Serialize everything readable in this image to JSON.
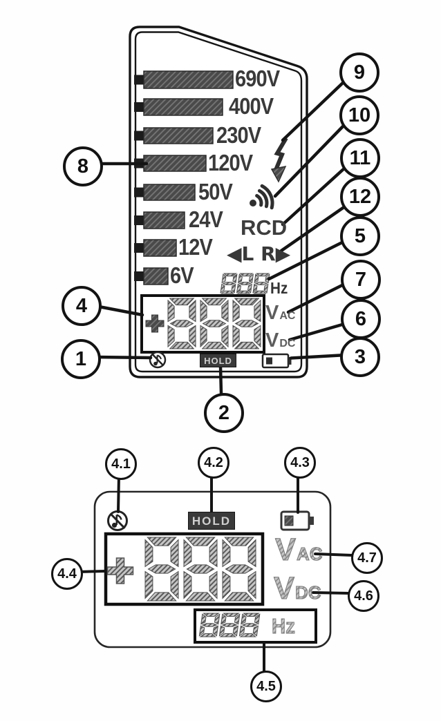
{
  "top": {
    "scale": [
      "690V",
      "400V",
      "230V",
      "120V",
      "50V",
      "24V",
      "12V",
      "6V"
    ],
    "rcd": "RCD",
    "lr": "◀L R▶",
    "freq": {
      "value": "888",
      "unit": "Hz"
    },
    "display": {
      "sign": "+",
      "value": "888"
    },
    "vac": {
      "main": "V",
      "sub": "AC"
    },
    "vdc": {
      "main": "V",
      "sub": "DC"
    },
    "hold": "HOLD",
    "icons": [
      "mute-buzzer-icon",
      "hold-badge",
      "battery-icon",
      "lightning-bolt-icon",
      "vibration-sound-icon"
    ],
    "callouts": {
      "c1": "1",
      "c2": "2",
      "c3": "3",
      "c4": "4",
      "c5": "5",
      "c6": "6",
      "c7": "7",
      "c8": "8",
      "c9": "9",
      "c10": "10",
      "c11": "11",
      "c12": "12"
    }
  },
  "bottom": {
    "freq": {
      "value": "888",
      "unit": "Hz"
    },
    "display": {
      "sign": "+",
      "value": "888"
    },
    "vac": {
      "main": "V",
      "sub": "AC"
    },
    "vdc": {
      "main": "V",
      "sub": "DC"
    },
    "hold": "HOLD",
    "icons": [
      "mute-buzzer-icon",
      "hold-badge",
      "battery-icon"
    ],
    "callouts": {
      "c41": "4.1",
      "c42": "4.2",
      "c43": "4.3",
      "c44": "4.4",
      "c45": "4.5",
      "c46": "4.6",
      "c47": "4.7"
    }
  }
}
